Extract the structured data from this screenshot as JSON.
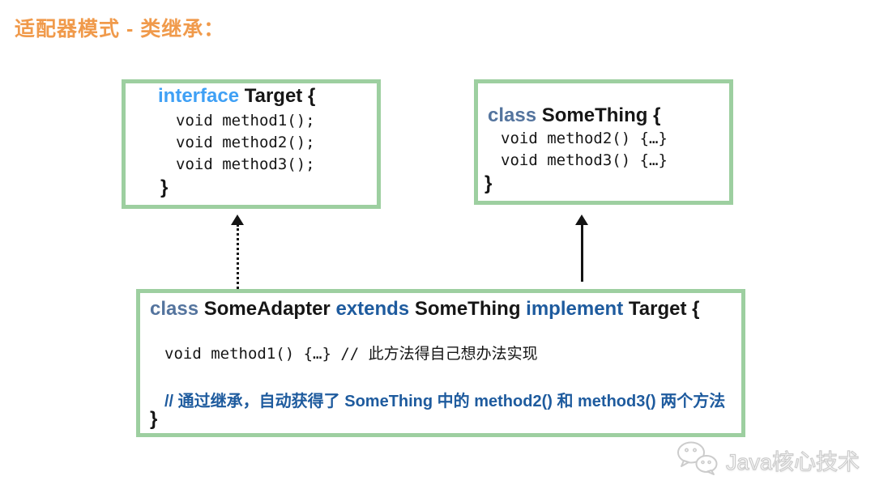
{
  "title": "适配器模式 - 类继承：",
  "colors": {
    "title_orange": "#F09A4B",
    "box_border_green": "#9DCFA0",
    "keyword_sky_blue": "#3FA0F5",
    "keyword_slate_blue": "#54749E",
    "keyword_deep_blue": "#1E5B9E",
    "code_black": "#161616",
    "arrow_black": "#141414"
  },
  "target_box": {
    "keyword": "interface",
    "title": "Target {",
    "lines": [
      "void method1();",
      "void method2();",
      "void method3();"
    ],
    "closing_brace": "}"
  },
  "something_box": {
    "keyword": "class",
    "title": "SomeThing {",
    "lines": [
      "void method2() {…}",
      "void method3() {…}"
    ],
    "closing_brace": "}"
  },
  "adapter_box": {
    "kw_class": "class",
    "class_name": "SomeAdapter",
    "kw_extends": "extends",
    "parent_name": "SomeThing",
    "kw_implement": "implement",
    "interface_name": "Target {",
    "method_line": "void method1() {…} // 此方法得自己想办法实现",
    "comment_line": "// 通过继承，自动获得了 SomeThing 中的 method2() 和 method3() 两个方法",
    "closing_brace": "}"
  },
  "arrows": {
    "left_arrow_style": "dotted",
    "right_arrow_style": "solid",
    "direction": "up"
  },
  "watermark": {
    "label": "Java核心技术",
    "icon": "wechat-icon"
  }
}
